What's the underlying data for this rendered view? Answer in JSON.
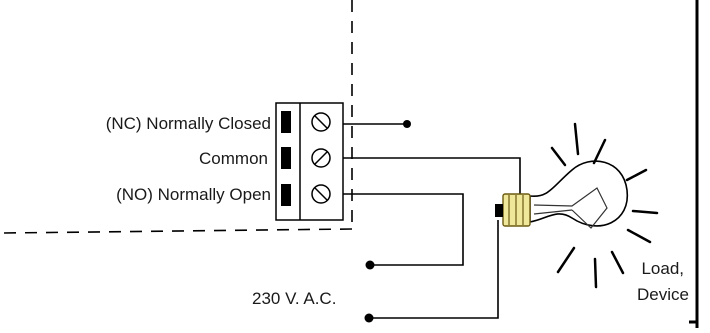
{
  "terminal_labels": [
    "(NC) Normally Closed",
    "Common",
    "(NO) Normally Open"
  ],
  "supply_label": "230 V. A.C.",
  "load_label": [
    "Load,",
    "Device"
  ],
  "colors": {
    "line": "#000000",
    "text": "#1a1a1a",
    "lamp_base_fill": "#efe79a",
    "lamp_base_stroke": "#6b5a12"
  },
  "icons": [
    "screw-terminal-icon",
    "light-bulb-icon",
    "light-ray-icon",
    "wire-end-dot-icon"
  ]
}
